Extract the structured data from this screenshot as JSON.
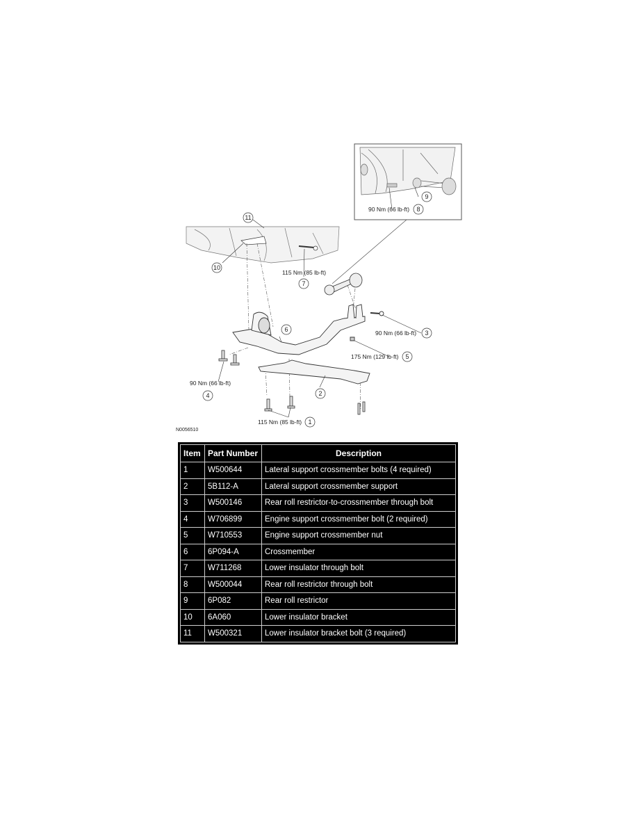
{
  "diagram": {
    "figure_id": "N0056510",
    "callouts": [
      {
        "n": "1",
        "torque": "115 Nm (85 lb-ft)"
      },
      {
        "n": "2",
        "torque": ""
      },
      {
        "n": "3",
        "torque": "90 Nm (66 lb-ft)"
      },
      {
        "n": "4",
        "torque": "90 Nm (66 lb-ft)"
      },
      {
        "n": "5",
        "torque": "175 Nm (129 lb-ft)"
      },
      {
        "n": "6",
        "torque": ""
      },
      {
        "n": "7",
        "torque": "115 Nm (85 lb-ft)"
      },
      {
        "n": "8",
        "torque": "90 Nm (66 lb-ft)"
      },
      {
        "n": "9",
        "torque": ""
      },
      {
        "n": "10",
        "torque": ""
      },
      {
        "n": "11",
        "torque": ""
      }
    ]
  },
  "table": {
    "headers": [
      "Item",
      "Part Number",
      "Description"
    ],
    "rows": [
      [
        "1",
        "W500644",
        "Lateral support crossmember bolts (4 required)"
      ],
      [
        "2",
        "5B112-A",
        "Lateral support crossmember support"
      ],
      [
        "3",
        "W500146",
        "Rear roll restrictor-to-crossmember through bolt"
      ],
      [
        "4",
        "W706899",
        "Engine support crossmember bolt (2 required)"
      ],
      [
        "5",
        "W710553",
        "Engine support crossmember nut"
      ],
      [
        "6",
        "6P094-A",
        "Crossmember"
      ],
      [
        "7",
        "W711268",
        "Lower insulator through bolt"
      ],
      [
        "8",
        "W500044",
        "Rear roll restrictor through bolt"
      ],
      [
        "9",
        "6P082",
        "Rear roll restrictor"
      ],
      [
        "10",
        "6A060",
        "Lower insulator bracket"
      ],
      [
        "11",
        "W500321",
        "Lower insulator bracket bolt (3 required)"
      ]
    ]
  }
}
